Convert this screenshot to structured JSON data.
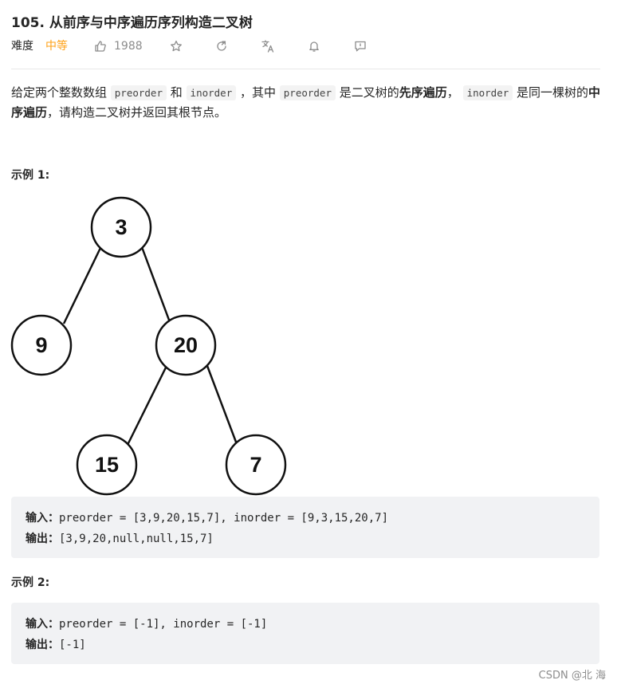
{
  "problem": {
    "title": "105. 从前序与中序遍历序列构造二叉树",
    "difficulty_label": "难度",
    "difficulty": "中等",
    "likes": "1988",
    "icons": [
      "thumbs-up-icon",
      "star-icon",
      "share-icon",
      "translate-icon",
      "bell-icon",
      "feedback-icon"
    ]
  },
  "description": {
    "t1": "给定两个整数数组 ",
    "c1": "preorder",
    "t2": " 和 ",
    "c2": "inorder",
    "t3": " ，其中 ",
    "c3": "preorder",
    "t4": " 是二叉树的",
    "b1": "先序遍历",
    "t5": "， ",
    "c4": "inorder",
    "t6": " 是同一棵树的",
    "b2": "中序遍历",
    "t7": "，请构造二叉树并返回其根节点。"
  },
  "example1": {
    "title": "示例 1:",
    "tree_nodes": [
      "3",
      "9",
      "20",
      "15",
      "7"
    ],
    "input_label": "输入：",
    "input": "preorder = [3,9,20,15,7], inorder = [9,3,15,20,7]",
    "output_label": "输出：",
    "output": "[3,9,20,null,null,15,7]"
  },
  "example2": {
    "title": "示例 2:",
    "input_label": "输入：",
    "input": "preorder = [-1], inorder = [-1]",
    "output_label": "输出：",
    "output": "[-1]"
  },
  "watermark": "CSDN @北    海",
  "colors": {
    "accent": "#ffa116",
    "code_bg": "#f1f2f4"
  }
}
